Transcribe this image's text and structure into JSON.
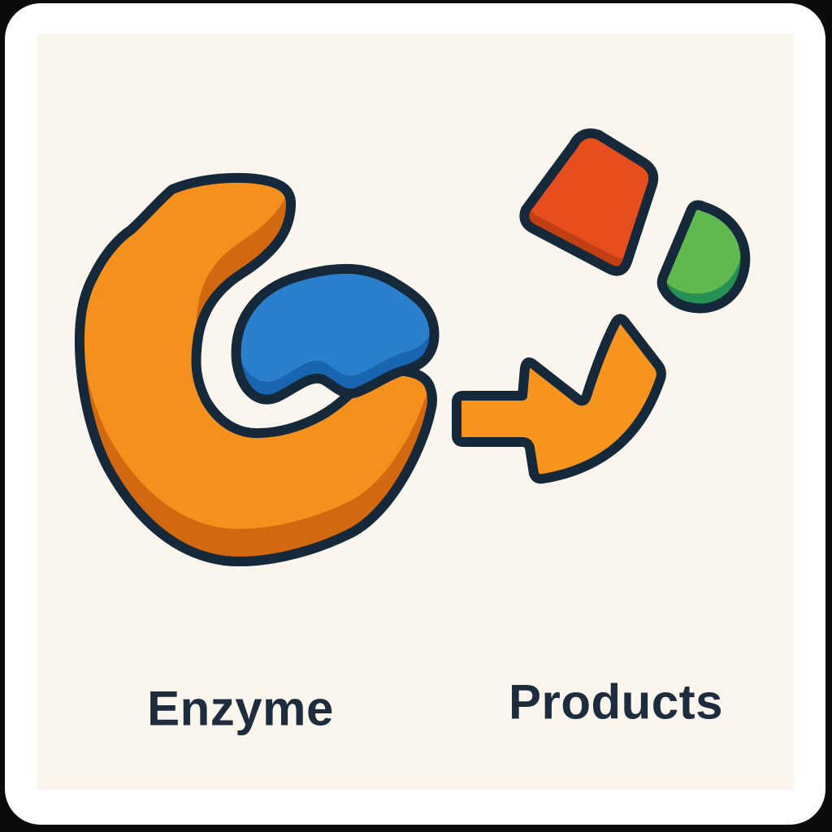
{
  "scene": {
    "outer_background": "#0b0b0b",
    "card_background": "#ffffff",
    "panel_background": "#faf6ed"
  },
  "labels": {
    "enzyme": "Enzyme",
    "products": "Products"
  },
  "colors": {
    "outline": "#15293a",
    "text": "#1d2d3e",
    "enzyme_orange": "#f5901c",
    "enzyme_orange_dark": "#d2680f",
    "substrate_blue": "#2b80ce",
    "substrate_blue_dark": "#1a65af",
    "arrow_orange": "#f7941e",
    "product_red": "#e74e1e",
    "product_red_dark": "#c23e15",
    "product_green": "#5fb94f",
    "product_green_dark": "#259155"
  },
  "icons": {
    "enzyme_shape": "enzyme-c-shape",
    "substrate_shape": "substrate-bean",
    "arrow_shape": "reaction-arrow",
    "red_product_shape": "product-block",
    "green_product_shape": "product-half-disc"
  }
}
